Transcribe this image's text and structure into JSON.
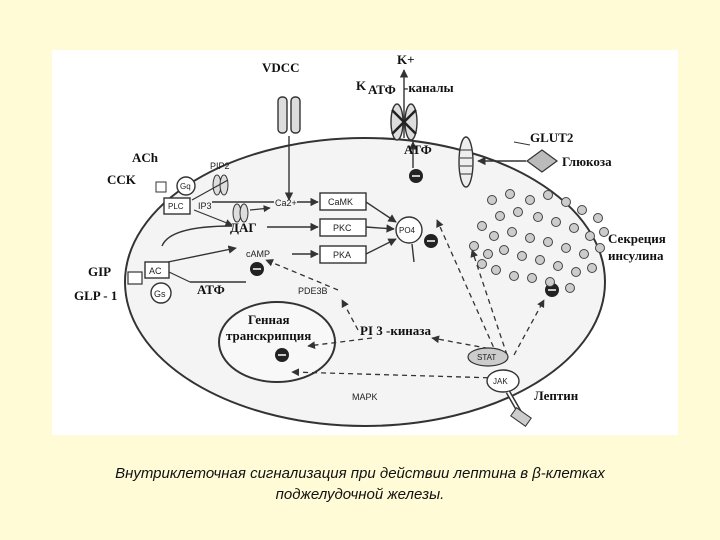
{
  "diagram": {
    "labels": {
      "vdcc": "VDCC",
      "k_plus": "K+",
      "k_letter": "K",
      "atf_channel": "АТФ",
      "channels": "-каналы",
      "glut2": "GLUT2",
      "glucose": "Глюкоза",
      "atf_mid": "АТФ",
      "ach": "ACh",
      "cck": "CCK",
      "gq": "Gq",
      "plc": "PLC",
      "pip2": "PIP2",
      "ip3": "IP3",
      "dag": "ДАГ",
      "ca": "Ca2+",
      "camk": "CaMK",
      "pkc": "PKC",
      "pka": "PKA",
      "po4": "PO4",
      "camp": "cAMP",
      "gip": "GIP",
      "glp": "GLP - 1",
      "ac": "AC",
      "gs": "Gs",
      "atf_left": "АТФ",
      "pde3b": "PDE3B",
      "gene1": "Генная",
      "gene2": "транскрипция",
      "pi3k": "PI 3 -киназа",
      "stat": "STAT",
      "jak": "JAK",
      "leptin": "Лептин",
      "mapk": "MAPK",
      "secretion1": "Секреция",
      "secretion2": "инсулина"
    }
  },
  "caption": {
    "line1": "Внутриклеточная сигнализация при действии лептина в β-клетках",
    "line2": "поджелудочной железы."
  }
}
